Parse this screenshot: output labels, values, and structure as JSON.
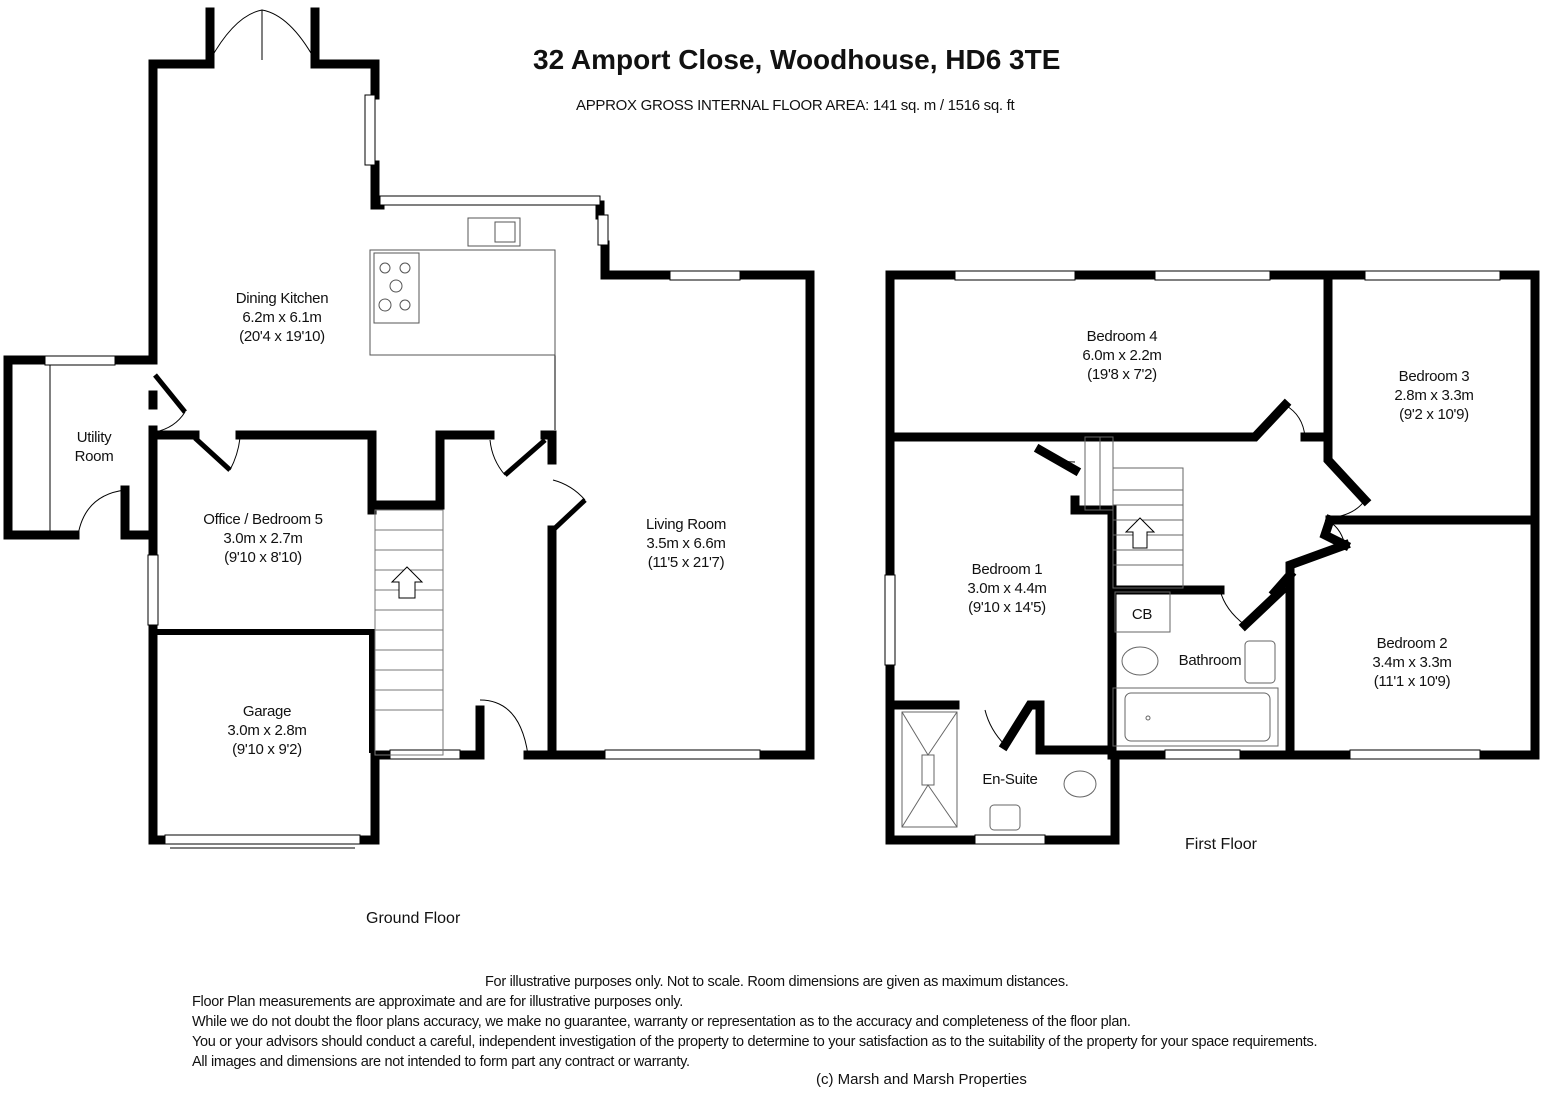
{
  "header": {
    "title": "32 Amport Close, Woodhouse, HD6 3TE",
    "area": "APPROX GROSS INTERNAL FLOOR AREA:  141 sq. m  / 1516 sq. ft"
  },
  "ground_floor": {
    "label": "Ground Floor",
    "rooms": [
      {
        "name": "Dining Kitchen",
        "metric": "6.2m x 6.1m",
        "imperial": "(20'4 x 19'10)"
      },
      {
        "name": "Utility",
        "metric": "Room",
        "imperial": ""
      },
      {
        "name": "Office / Bedroom 5",
        "metric": "3.0m x 2.7m",
        "imperial": "(9'10 x 8'10)"
      },
      {
        "name": "Living Room",
        "metric": "3.5m x 6.6m",
        "imperial": "(11'5 x 21'7)"
      },
      {
        "name": "Garage",
        "metric": "3.0m x 2.8m",
        "imperial": "(9'10 x 9'2)"
      }
    ]
  },
  "first_floor": {
    "label": "First Floor",
    "rooms": [
      {
        "name": "Bedroom 4",
        "metric": "6.0m x 2.2m",
        "imperial": "(19'8 x 7'2)"
      },
      {
        "name": "Bedroom 3",
        "metric": "2.8m x 3.3m",
        "imperial": "(9'2 x 10'9)"
      },
      {
        "name": "Bedroom 1",
        "metric": "3.0m x 4.4m",
        "imperial": "(9'10 x 14'5)"
      },
      {
        "name": "Bedroom 2",
        "metric": "3.4m x 3.3m",
        "imperial": "(11'1 x 10'9)"
      },
      {
        "name": "CB"
      },
      {
        "name": "Bathroom"
      },
      {
        "name": "En-Suite"
      }
    ]
  },
  "disclaimer": [
    "For illustrative purposes only.  Not to scale.  Room dimensions are given as maximum distances.",
    "Floor Plan measurements are approximate and are for illustrative purposes only.",
    "While we do not doubt the floor plans accuracy, we make no guarantee, warranty or representation as to the accuracy and completeness of the floor plan.",
    "You or your advisors should conduct a careful, independent investigation of the property to determine to your satisfaction as to the suitability of the property for your space requirements.",
    " All images and dimensions are not intended to form part any contract or warranty."
  ],
  "copyright": "(c) Marsh and Marsh Properties",
  "colors": {
    "wall": "#000000",
    "background": "#ffffff",
    "fixture": "#888888"
  }
}
